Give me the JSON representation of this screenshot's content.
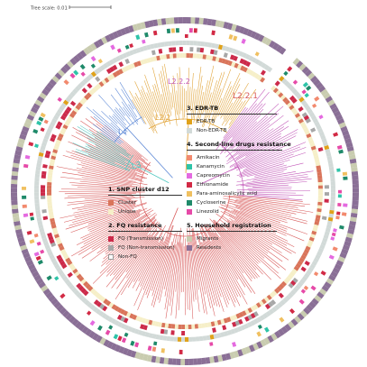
{
  "scale": {
    "label": "Tree scale: 0.01"
  },
  "lineages": [
    {
      "label": "L2.2.1",
      "color": "#d85a5a"
    },
    {
      "label": "L2.2.2",
      "color": "#c256b8"
    },
    {
      "label": "L2.2",
      "color": "#e0a030"
    },
    {
      "label": "L4",
      "color": "#5b87d6"
    },
    {
      "label": "L3",
      "color": "#4fc7c0"
    }
  ],
  "legends": [
    {
      "title": "1. SNP cluster d12",
      "items": [
        {
          "label": "Cluster",
          "color": "#d9745a"
        },
        {
          "label": "Unique",
          "color": "#f6efc8"
        }
      ]
    },
    {
      "title": "2. FQ resistance",
      "items": [
        {
          "label": "FQ (Transmission)",
          "color": "#cc2a4a"
        },
        {
          "label": "FQ (Non-transmission)",
          "color": "#a7a7a7"
        },
        {
          "label": "Non-FQ",
          "color": "#ffffff"
        }
      ]
    },
    {
      "title": "3. EDR-TB",
      "items": [
        {
          "label": "EDR-TB",
          "color": "#e0a21a"
        },
        {
          "label": "Non-EDR-TB",
          "color": "#d2dad8"
        }
      ]
    },
    {
      "title": "4. Second-line drugs resistance",
      "items": [
        {
          "label": "Amikacin",
          "color": "#f28a6e"
        },
        {
          "label": "Kanamycin",
          "color": "#2ec4a8"
        },
        {
          "label": "Capreomycin",
          "color": "#e46ae0"
        },
        {
          "label": "Ethionamide",
          "color": "#d22a45"
        },
        {
          "label": "Para-aminosalicylic acid",
          "color": "#f0c060"
        },
        {
          "label": "Cycloserine",
          "color": "#1f8a6a"
        },
        {
          "label": "Linezolid",
          "color": "#e64aa8"
        }
      ]
    },
    {
      "title": "5. Household registration",
      "items": [
        {
          "label": "Migrants",
          "color": "#c9ccb0"
        },
        {
          "label": "Residents",
          "color": "#8a6f96"
        }
      ]
    }
  ]
}
